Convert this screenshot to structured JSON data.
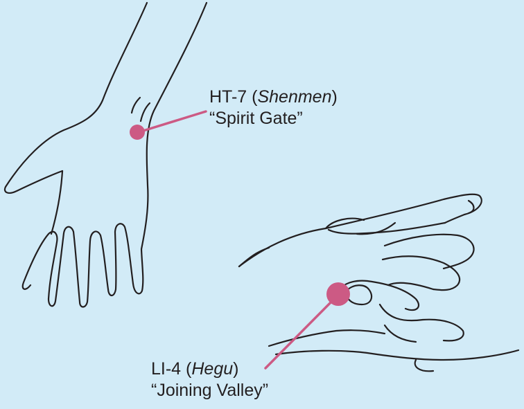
{
  "colors": {
    "background": "#d2ebf7",
    "accent": "#cc5a84",
    "outline": "#231f20"
  },
  "points": [
    {
      "code": "HT-7",
      "name": "Shenmen",
      "translation": "“Spirit Gate”"
    },
    {
      "code": "LI-4",
      "name": "Hegu",
      "translation": "“Joining Valley”"
    }
  ]
}
